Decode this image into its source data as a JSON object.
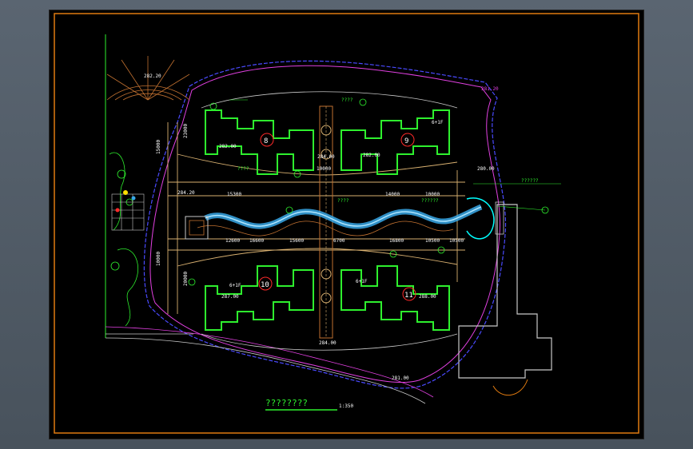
{
  "drawing": {
    "title": "????????",
    "scale": "1:350",
    "colors": {
      "frame": "#e07a10",
      "building": "#2ef02e",
      "road": "#d8b070",
      "path": "#c07030",
      "boundary_blue": "#4a4aff",
      "boundary_magenta": "#e040e0",
      "water": "#38a8e8",
      "cyan": "#00ffff",
      "text": "#ffffff",
      "white_line": "#c8c8c8",
      "red": "#ff2a2a",
      "yellow": "#ffe000"
    }
  },
  "buildings": [
    {
      "id": "b8",
      "number": "8",
      "floors": "",
      "elev": "282.00"
    },
    {
      "id": "b9",
      "number": "9",
      "floors": "6+1F",
      "elev": "282.00"
    },
    {
      "id": "b10",
      "number": "10",
      "floors": "6+1F",
      "elev": "287.00"
    },
    {
      "id": "b11",
      "number": "11",
      "floors": "6+1F",
      "elev": "288.00"
    }
  ],
  "labels": {
    "top_right_elev": "281.20",
    "left_elev": "282.20",
    "bottom_elev": "281.00",
    "mid_left_elev": "284.20",
    "dim_1": "12600",
    "dim_2": "16600",
    "dim_3": "15600",
    "dim_4": "16800",
    "dim_5": "10500",
    "dim_6": "10500",
    "dim_7": "6700",
    "dim_8": "15300",
    "dim_9": "14000",
    "dim_10": "10000",
    "center_label": "10000",
    "note_1": "????",
    "note_2": "??????",
    "note_3": "????",
    "note_4": "????",
    "note_5": "??????",
    "right_elev": "280.00",
    "center_elev": "284.00",
    "bottom_center_elev": "284.00",
    "left_col_1": "15000",
    "left_col_2": "23000",
    "left_col_3": "10000",
    "left_col_4": "20000"
  }
}
